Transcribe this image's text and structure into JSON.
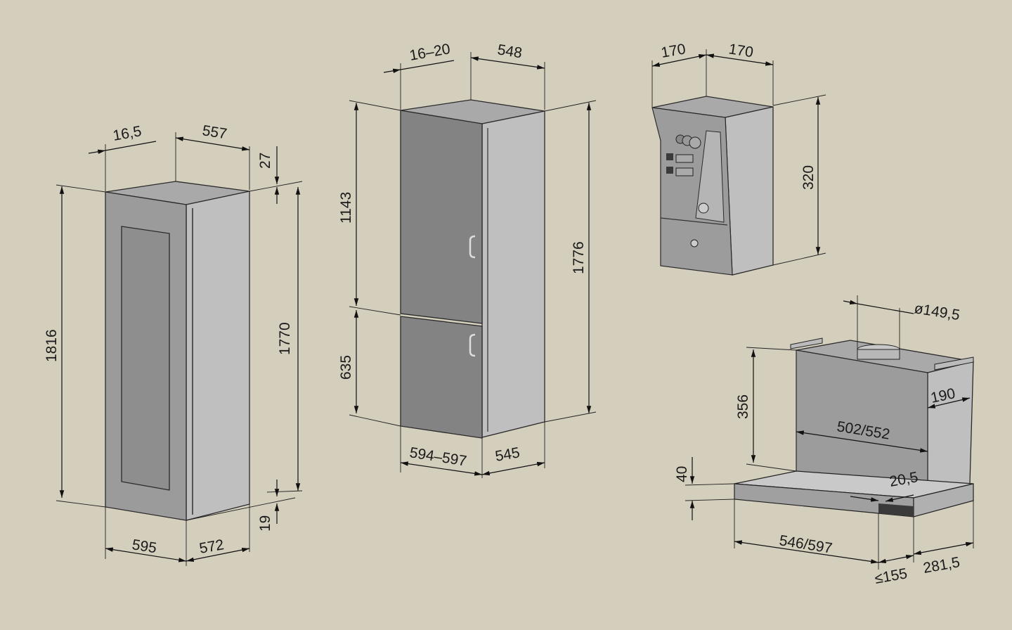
{
  "labels": {
    "wine_cooler": {
      "depth_offset": "16,5",
      "top_depth": "557",
      "top_gap": "27",
      "total_height": "1816",
      "inner_height": "1770",
      "bottom_gap": "19",
      "width": "595",
      "depth": "572"
    },
    "fridge": {
      "depth_offset": "16–20",
      "top_depth": "548",
      "upper_height": "1143",
      "lower_height": "635",
      "total_height": "1776",
      "width": "594–597",
      "depth": "545"
    },
    "wall_unit": {
      "width_left": "170",
      "width_right": "170",
      "height": "320"
    },
    "hood": {
      "diameter": "ø149,5",
      "height": "356",
      "depth_right": "190",
      "inner_width": "502/552",
      "lip_height": "40",
      "lip_depth": "20,5",
      "width": "546/597",
      "front_offset": "≤155",
      "pull_depth": "281,5"
    }
  },
  "colors": {
    "background": "#d4cebd",
    "door": "#838383",
    "side": "#bfbfbf"
  }
}
